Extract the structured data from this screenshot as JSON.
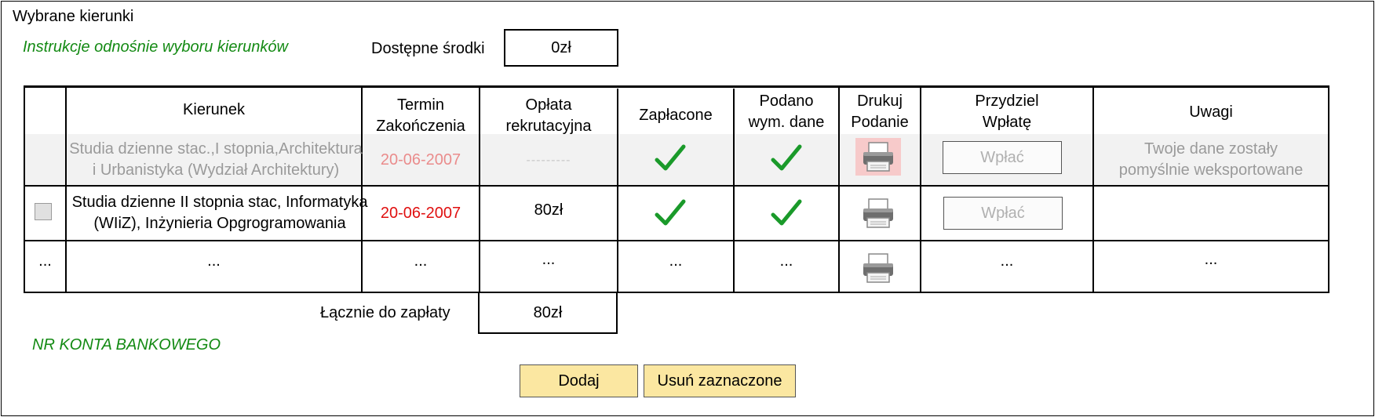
{
  "panel": {
    "title": "Wybrane kierunki",
    "instructions_link": "Instrukcje odnośnie wyboru kierunków",
    "available_funds_label": "Dostępne środki",
    "available_funds_value": "0zł"
  },
  "table": {
    "headers": {
      "kierunek": "Kierunek",
      "termin": "Termin\nZakończenia",
      "oplata": "Opłata\nrekrutacyjna",
      "zaplacone": "Zapłacone",
      "podano": "Podano\nwym. dane",
      "drukuj": "Drukuj\nPodanie",
      "przydziel": "Przydziel\nWpłatę",
      "uwagi": "Uwagi"
    },
    "rows": [
      {
        "kierunek": "Studia dzienne stac.,I stopnia,Architektura\ni Urbanistyka (Wydział Architektury)",
        "termin": "20-06-2007",
        "oplata": "---------",
        "zaplacone_icon": "check-icon",
        "podano_icon": "check-icon",
        "print_icon": "printer-icon",
        "wplac_label": "Wpłać",
        "uwagi": "Twoje dane zostały\npomyślnie weksportowane"
      },
      {
        "kierunek": "Studia dzienne II stopnia stac, Informatyka\n(WIiZ), Inżynieria Opgrogramowania",
        "termin": "20-06-2007",
        "oplata": "80zł",
        "zaplacone_icon": "check-icon",
        "podano_icon": "check-icon",
        "print_icon": "printer-icon",
        "wplac_label": "Wpłać",
        "uwagi": ""
      },
      {
        "select": "...",
        "kierunek": "...",
        "termin": "...",
        "oplata": "...",
        "zaplacone": "...",
        "podano": "...",
        "print_icon": "printer-icon",
        "przydziel": "...",
        "uwagi": "..."
      }
    ]
  },
  "total": {
    "label": "Łącznie do zapłaty",
    "value": "80zł"
  },
  "bank_account_link": "NR KONTA BANKOWEGO",
  "buttons": {
    "add": "Dodaj",
    "remove_selected": "Usuń zaznaczone"
  },
  "colors": {
    "link_green": "#138a13",
    "check_green": "#1a9a2a",
    "date_red": "#e01010",
    "button_yellow": "#fbe7a1"
  }
}
